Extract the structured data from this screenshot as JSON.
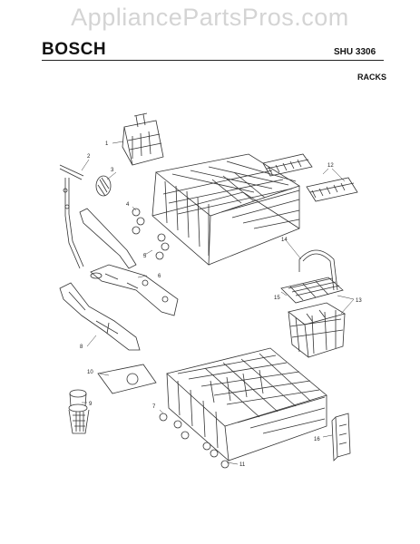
{
  "watermark": "AppliancePartsPros.com",
  "brand": "BOSCH",
  "model": "SHU 3306",
  "section": "RACKS",
  "callouts": [
    "1",
    "2",
    "3",
    "4",
    "5",
    "6",
    "7",
    "8",
    "9",
    "10",
    "11",
    "12",
    "13",
    "14",
    "15",
    "16"
  ]
}
